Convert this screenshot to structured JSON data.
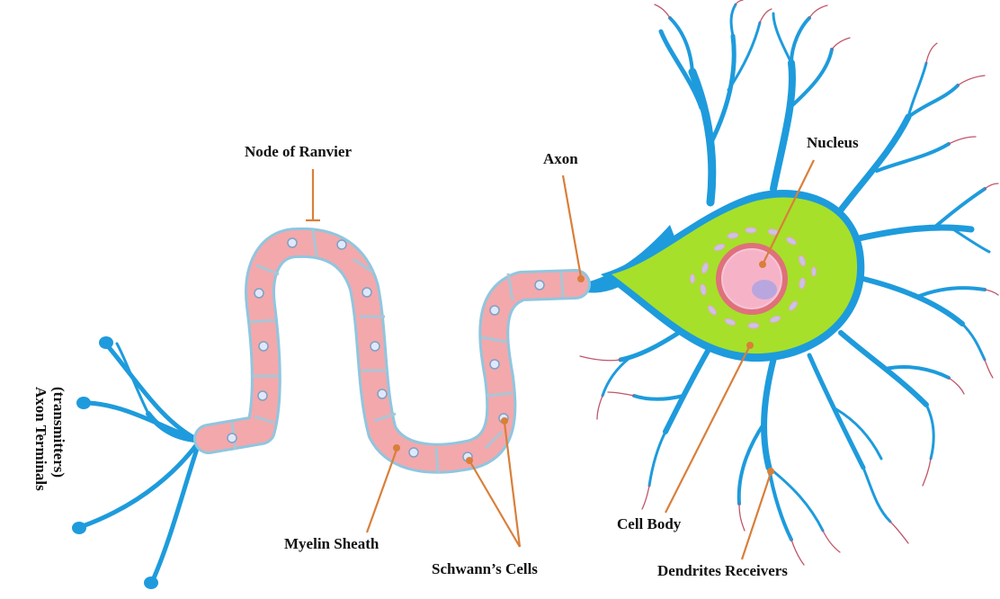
{
  "labels": {
    "node_of_ranvier": "Node of Ranvier",
    "axon": "Axon",
    "nucleus": "Nucleus",
    "axon_terminals_line1": "Axon Terminals",
    "axon_terminals_line2": "(transmitters)",
    "myelin_sheath": "Myelin Sheath",
    "schwanns_cells": "Schwann’s Cells",
    "cell_body": "Cell Body",
    "dendrites_receivers": "Dendrites Receivers"
  },
  "colors": {
    "dendrite_blue": "#1e9bdc",
    "dendrite_tip": "#c0556a",
    "cell_body_green": "#a6e02a",
    "nucleus_ring": "#e0707a",
    "nucleus_fill": "#f6b3c8",
    "nucleolus": "#b9a6df",
    "myelin_segment": "#f3a8ac",
    "myelin_border": "#a9c6d6",
    "leader_line": "#d97f3a",
    "leader_dot": "#d97f3a",
    "label_text": "#111111"
  }
}
